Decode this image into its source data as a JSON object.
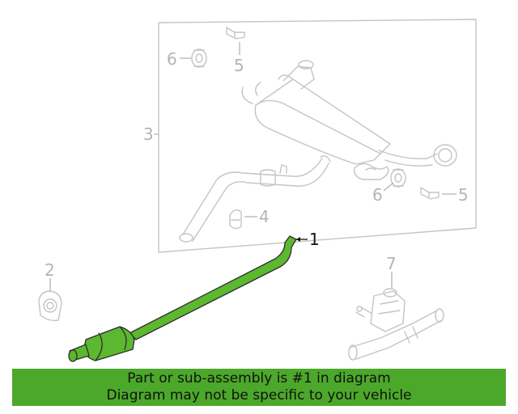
{
  "callouts": {
    "c1": "1",
    "c2": "2",
    "c3": "3",
    "c4": "4",
    "c5a": "5",
    "c5b": "5",
    "c6a": "6",
    "c6b": "6",
    "c7": "7"
  },
  "banner": {
    "line1": "Part or sub-assembly is #1 in diagram",
    "line2": "Diagram may not be specific to your vehicle"
  },
  "colors": {
    "highlight": "#5cb82e",
    "banner_bg": "#4ca82a",
    "line_grey": "#c4c4c4",
    "label_grey": "#b4b4b4"
  }
}
